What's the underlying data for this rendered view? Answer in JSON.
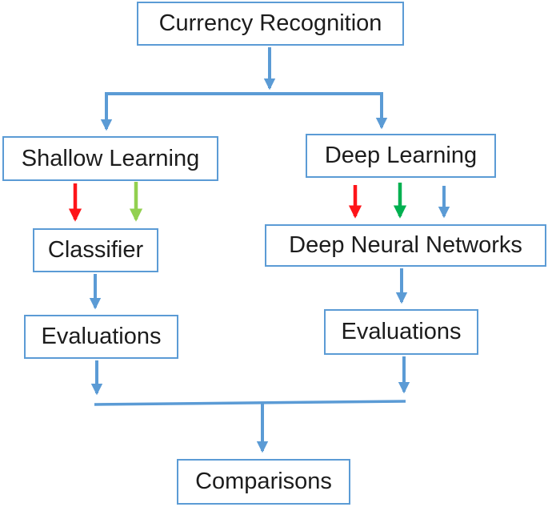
{
  "diagram": {
    "type": "flowchart",
    "title": "Currency Recognition flowchart",
    "colors": {
      "accent-blue": "#5B9BD5",
      "arrow-red": "#FE1419",
      "arrow-light-green": "#92D050",
      "arrow-dark-green": "#00B050",
      "box-border": "#5B9BD5",
      "box-fill": "#FFFFFF",
      "text": "#1C1C1C",
      "background": "#FFFFFF"
    },
    "nodes": {
      "currency_recognition": {
        "label": "Currency Recognition"
      },
      "shallow_learning": {
        "label": "Shallow Learning"
      },
      "deep_learning": {
        "label": "Deep Learning"
      },
      "classifier": {
        "label": "Classifier"
      },
      "deep_neural_networks": {
        "label": "Deep Neural Networks"
      },
      "evaluations_shallow": {
        "label": "Evaluations"
      },
      "evaluations_deep": {
        "label": "Evaluations"
      },
      "comparisons": {
        "label": "Comparisons"
      }
    },
    "edges": [
      {
        "from": "currency_recognition",
        "to": "shallow_learning",
        "color": "blue"
      },
      {
        "from": "currency_recognition",
        "to": "deep_learning",
        "color": "blue"
      },
      {
        "from": "shallow_learning",
        "to": "classifier",
        "color": "red"
      },
      {
        "from": "shallow_learning",
        "to": "classifier",
        "color": "light-green"
      },
      {
        "from": "deep_learning",
        "to": "deep_neural_networks",
        "color": "red"
      },
      {
        "from": "deep_learning",
        "to": "deep_neural_networks",
        "color": "dark-green"
      },
      {
        "from": "deep_learning",
        "to": "deep_neural_networks",
        "color": "blue"
      },
      {
        "from": "classifier",
        "to": "evaluations_shallow",
        "color": "blue"
      },
      {
        "from": "deep_neural_networks",
        "to": "evaluations_deep",
        "color": "blue"
      },
      {
        "from": "evaluations_shallow",
        "to": "comparisons",
        "color": "blue"
      },
      {
        "from": "evaluations_deep",
        "to": "comparisons",
        "color": "blue"
      }
    ]
  }
}
